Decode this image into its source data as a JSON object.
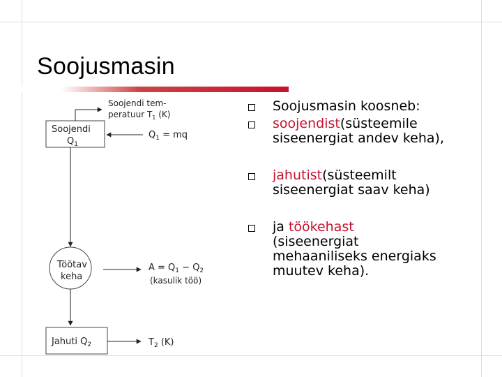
{
  "slide": {
    "title": "Soojusmasin"
  },
  "bullets": {
    "b1": "Soojusmasin koosneb:",
    "b2_red": "soojendist",
    "b2_rest": "(süsteemile",
    "b2_line2": "siseenergiat andev keha),",
    "b3_red": "jahutist",
    "b3_rest": "(süsteemilt",
    "b3_line2": "siseenergiat saav keha)",
    "b4_pre": "ja ",
    "b4_red": "töökehast",
    "b4_line2": "(siseenergiat",
    "b4_line3": "mehaaniliseks energiaks",
    "b4_line4": "muutev keha)."
  },
  "diagram": {
    "heater_line1": "Soojendi",
    "heater_line2": "Q",
    "heater_line2_sub": "1",
    "temp_label_line1": "Soojendi tem-",
    "temp_label_line2": "peratuur T",
    "temp_label_sub": "1",
    "temp_label_unit": " (K)",
    "q1_formula": "Q",
    "q1_sub": "1",
    "q1_rest": " = mq",
    "engine_line1": "Töötav",
    "engine_line2": "keha",
    "work_formula": "A = Q",
    "work_sub1": "1",
    "work_mid": " − Q",
    "work_sub2": "2",
    "work_note": "(kasulik töö)",
    "cooler_label": "Jahuti Q",
    "cooler_sub": "2",
    "t2_label": "T",
    "t2_sub": "2",
    "t2_unit": " (K)"
  },
  "colors": {
    "accent_red": "#c8102e"
  }
}
